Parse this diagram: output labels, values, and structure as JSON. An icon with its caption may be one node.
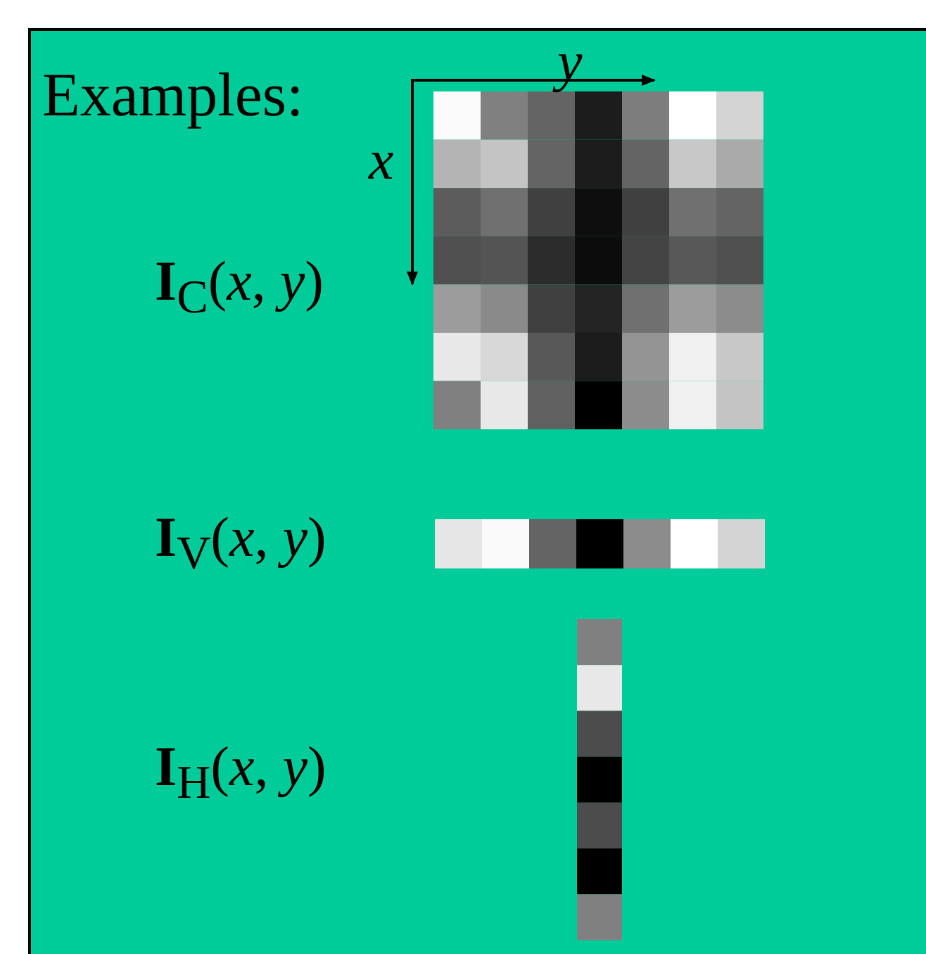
{
  "diagram": {
    "labels": [
      "Examples:",
      "y",
      "x",
      "**I**$_{C}$(*x*, *y*)",
      "**I**$_{V}$(*x*, *y*)",
      "**I**$_{H}$(*x*, *y*)"
    ]
  }
}
